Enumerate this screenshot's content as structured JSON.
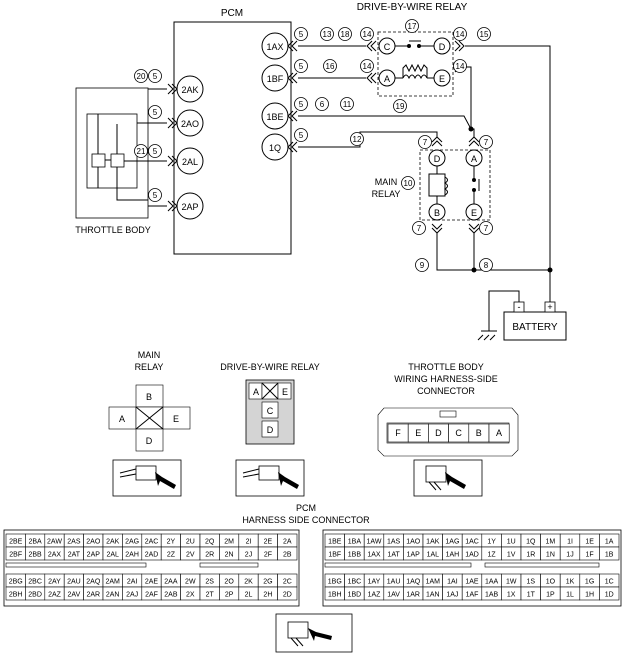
{
  "labels": {
    "pcm": "PCM",
    "dbw_relay": "DRIVE-BY-WIRE RELAY",
    "main_relay_l1": "MAIN",
    "main_relay_l2": "RELAY",
    "throttle_body": "THROTTLE BODY",
    "battery": "BATTERY",
    "minus": "-",
    "plus": "+",
    "main_relay_sub_l1": "MAIN",
    "main_relay_sub_l2": "RELAY",
    "dbw_relay_sub": "DRIVE-BY-WIRE RELAY",
    "tb_sub_l1": "THROTTLE BODY",
    "tb_sub_l2": "WIRING HARNESS-SIDE",
    "tb_sub_l3": "CONNECTOR",
    "pcm_sub_l1": "PCM",
    "pcm_sub_l2": "HARNESS SIDE CONNECTOR"
  },
  "pcm_pins_right": [
    "1AX",
    "1BF",
    "1BE",
    "1Q"
  ],
  "pcm_pins_left": [
    "2AK",
    "2AO",
    "2AL",
    "2AP"
  ],
  "dbw_pins": [
    "C",
    "D",
    "A",
    "E"
  ],
  "main_relay_pins": [
    "D",
    "A",
    "B",
    "E"
  ],
  "circled_numbers": [
    "5",
    "13",
    "18",
    "14",
    "17",
    "14",
    "15",
    "5",
    "16",
    "14",
    "14",
    "5",
    "6",
    "11",
    "19",
    "5",
    "12",
    "7",
    "7",
    "10",
    "7",
    "7",
    "9",
    "8",
    "20",
    "5",
    "5",
    "21",
    "5",
    "5"
  ],
  "main_relay_connector": [
    "B",
    "A",
    "E",
    "D"
  ],
  "dbw_relay_connector": [
    "A",
    "E",
    "C",
    "D"
  ],
  "tb_connector": [
    "F",
    "E",
    "D",
    "C",
    "B",
    "A"
  ],
  "pcm_left_rows": [
    [
      "2BE",
      "2BA",
      "2AW",
      "2AS",
      "2AO",
      "2AK",
      "2AG",
      "2AC",
      "2Y",
      "2U",
      "2Q",
      "2M",
      "2I",
      "2E",
      "2A"
    ],
    [
      "2BF",
      "2BB",
      "2AX",
      "2AT",
      "2AP",
      "2AL",
      "2AH",
      "2AD",
      "2Z",
      "2V",
      "2R",
      "2N",
      "2J",
      "2F",
      "2B"
    ],
    [
      "2BG",
      "2BC",
      "2AY",
      "2AU",
      "2AQ",
      "2AM",
      "2AI",
      "2AE",
      "2AA",
      "2W",
      "2S",
      "2O",
      "2K",
      "2G",
      "2C"
    ],
    [
      "2BH",
      "2BD",
      "2AZ",
      "2AV",
      "2AR",
      "2AN",
      "2AJ",
      "2AF",
      "2AB",
      "2X",
      "2T",
      "2P",
      "2L",
      "2H",
      "2D"
    ]
  ],
  "pcm_right_rows": [
    [
      "1BE",
      "1BA",
      "1AW",
      "1AS",
      "1AO",
      "1AK",
      "1AG",
      "1AC",
      "1Y",
      "1U",
      "1Q",
      "1M",
      "1I",
      "1E",
      "1A"
    ],
    [
      "1BF",
      "1BB",
      "1AX",
      "1AT",
      "1AP",
      "1AL",
      "1AH",
      "1AD",
      "1Z",
      "1V",
      "1R",
      "1N",
      "1J",
      "1F",
      "1B"
    ],
    [
      "1BG",
      "1BC",
      "1AY",
      "1AU",
      "1AQ",
      "1AM",
      "1AI",
      "1AE",
      "1AA",
      "1W",
      "1S",
      "1O",
      "1K",
      "1G",
      "1C"
    ],
    [
      "1BH",
      "1BD",
      "1AZ",
      "1AV",
      "1AR",
      "1AN",
      "1AJ",
      "1AF",
      "1AB",
      "1X",
      "1T",
      "1P",
      "1L",
      "1H",
      "1D"
    ]
  ]
}
